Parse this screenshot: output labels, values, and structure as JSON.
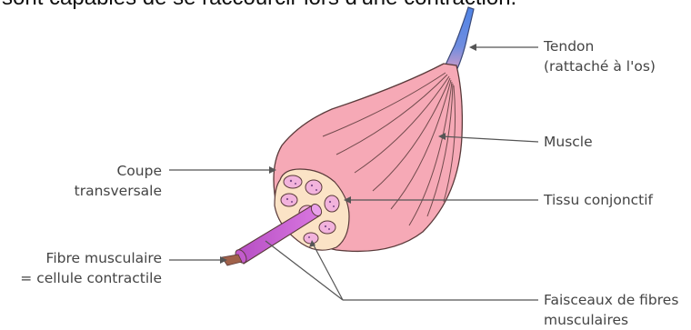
{
  "header": {
    "caption": "sont capables de se raccourcir lors d'une contraction."
  },
  "labels": {
    "tendon": {
      "line1": "Tendon",
      "line2": "(rattaché à l'os)"
    },
    "muscle": {
      "text": "Muscle"
    },
    "tissu": {
      "text": "Tissu conjonctif"
    },
    "faisceaux": {
      "line1": "Faisceaux de fibres",
      "line2": "musculaires"
    },
    "coupe": {
      "line1": "Coupe",
      "line2": "transversale"
    },
    "fibre": {
      "line1": "Fibre musculaire",
      "line2": "= cellule contractile"
    }
  },
  "colors": {
    "muscle_fill": "#f6a9b6",
    "muscle_stroke": "#5a3a3a",
    "tendon": "#5b8fe0",
    "tissu": "#fbe3c6",
    "fascicle": "#f2b3dc",
    "fibre": "#cf63d8",
    "leader": "#555555"
  }
}
